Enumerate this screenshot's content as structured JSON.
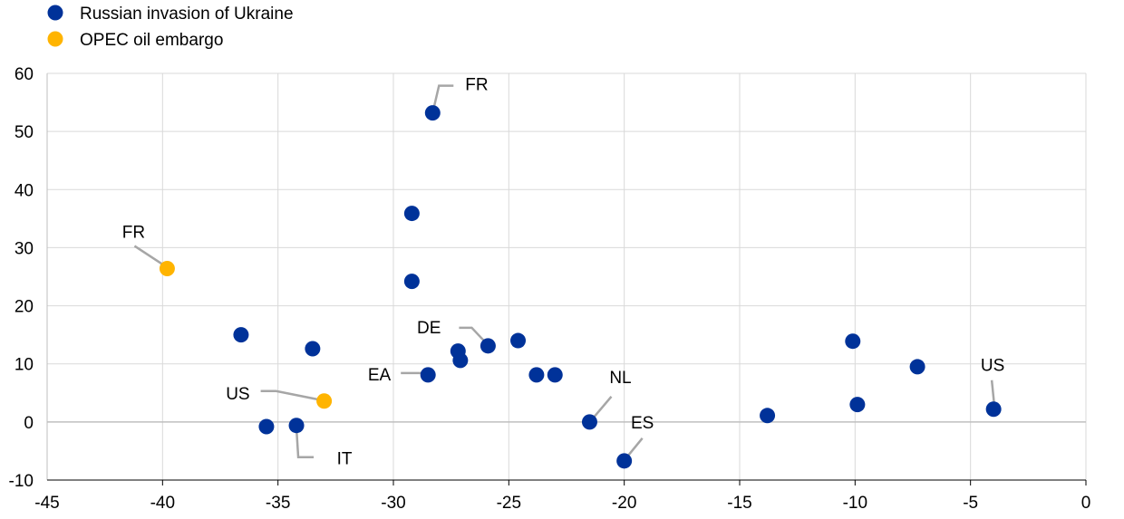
{
  "chart_data": {
    "type": "scatter",
    "title": "",
    "xlabel": "",
    "ylabel": "",
    "xlim": [
      -45,
      0
    ],
    "ylim": [
      -10,
      60
    ],
    "xticks": [
      -45,
      -40,
      -35,
      -30,
      -25,
      -20,
      -15,
      -10,
      -5,
      0
    ],
    "yticks": [
      -10,
      0,
      10,
      20,
      30,
      40,
      50,
      60
    ],
    "grid": true,
    "legend_position": "top-left",
    "series": [
      {
        "name": "Russian invasion of Ukraine",
        "color": "#003299",
        "points": [
          {
            "x": -28.3,
            "y": 53.2,
            "label": "FR"
          },
          {
            "x": -29.2,
            "y": 35.9,
            "label": ""
          },
          {
            "x": -29.2,
            "y": 24.2,
            "label": ""
          },
          {
            "x": -36.6,
            "y": 15.0,
            "label": ""
          },
          {
            "x": -33.5,
            "y": 12.6,
            "label": ""
          },
          {
            "x": -27.2,
            "y": 12.2,
            "label": ""
          },
          {
            "x": -27.1,
            "y": 10.6,
            "label": ""
          },
          {
            "x": -25.9,
            "y": 13.1,
            "label": "DE"
          },
          {
            "x": -24.6,
            "y": 14.0,
            "label": ""
          },
          {
            "x": -28.5,
            "y": 8.1,
            "label": "EA"
          },
          {
            "x": -23.8,
            "y": 8.1,
            "label": ""
          },
          {
            "x": -23.0,
            "y": 8.1,
            "label": ""
          },
          {
            "x": -21.5,
            "y": 0.0,
            "label": "NL"
          },
          {
            "x": -20.0,
            "y": -6.7,
            "label": "ES"
          },
          {
            "x": -35.5,
            "y": -0.8,
            "label": ""
          },
          {
            "x": -34.2,
            "y": -0.6,
            "label": "IT"
          },
          {
            "x": -13.8,
            "y": 1.1,
            "label": ""
          },
          {
            "x": -10.1,
            "y": 13.9,
            "label": ""
          },
          {
            "x": -9.9,
            "y": 3.0,
            "label": ""
          },
          {
            "x": -7.3,
            "y": 9.5,
            "label": ""
          },
          {
            "x": -4.0,
            "y": 2.2,
            "label": "US"
          }
        ]
      },
      {
        "name": "OPEC oil embargo",
        "color": "#FFB400",
        "points": [
          {
            "x": -39.8,
            "y": 26.4,
            "label": "FR"
          },
          {
            "x": -33.0,
            "y": 3.6,
            "label": "US"
          }
        ]
      }
    ]
  }
}
